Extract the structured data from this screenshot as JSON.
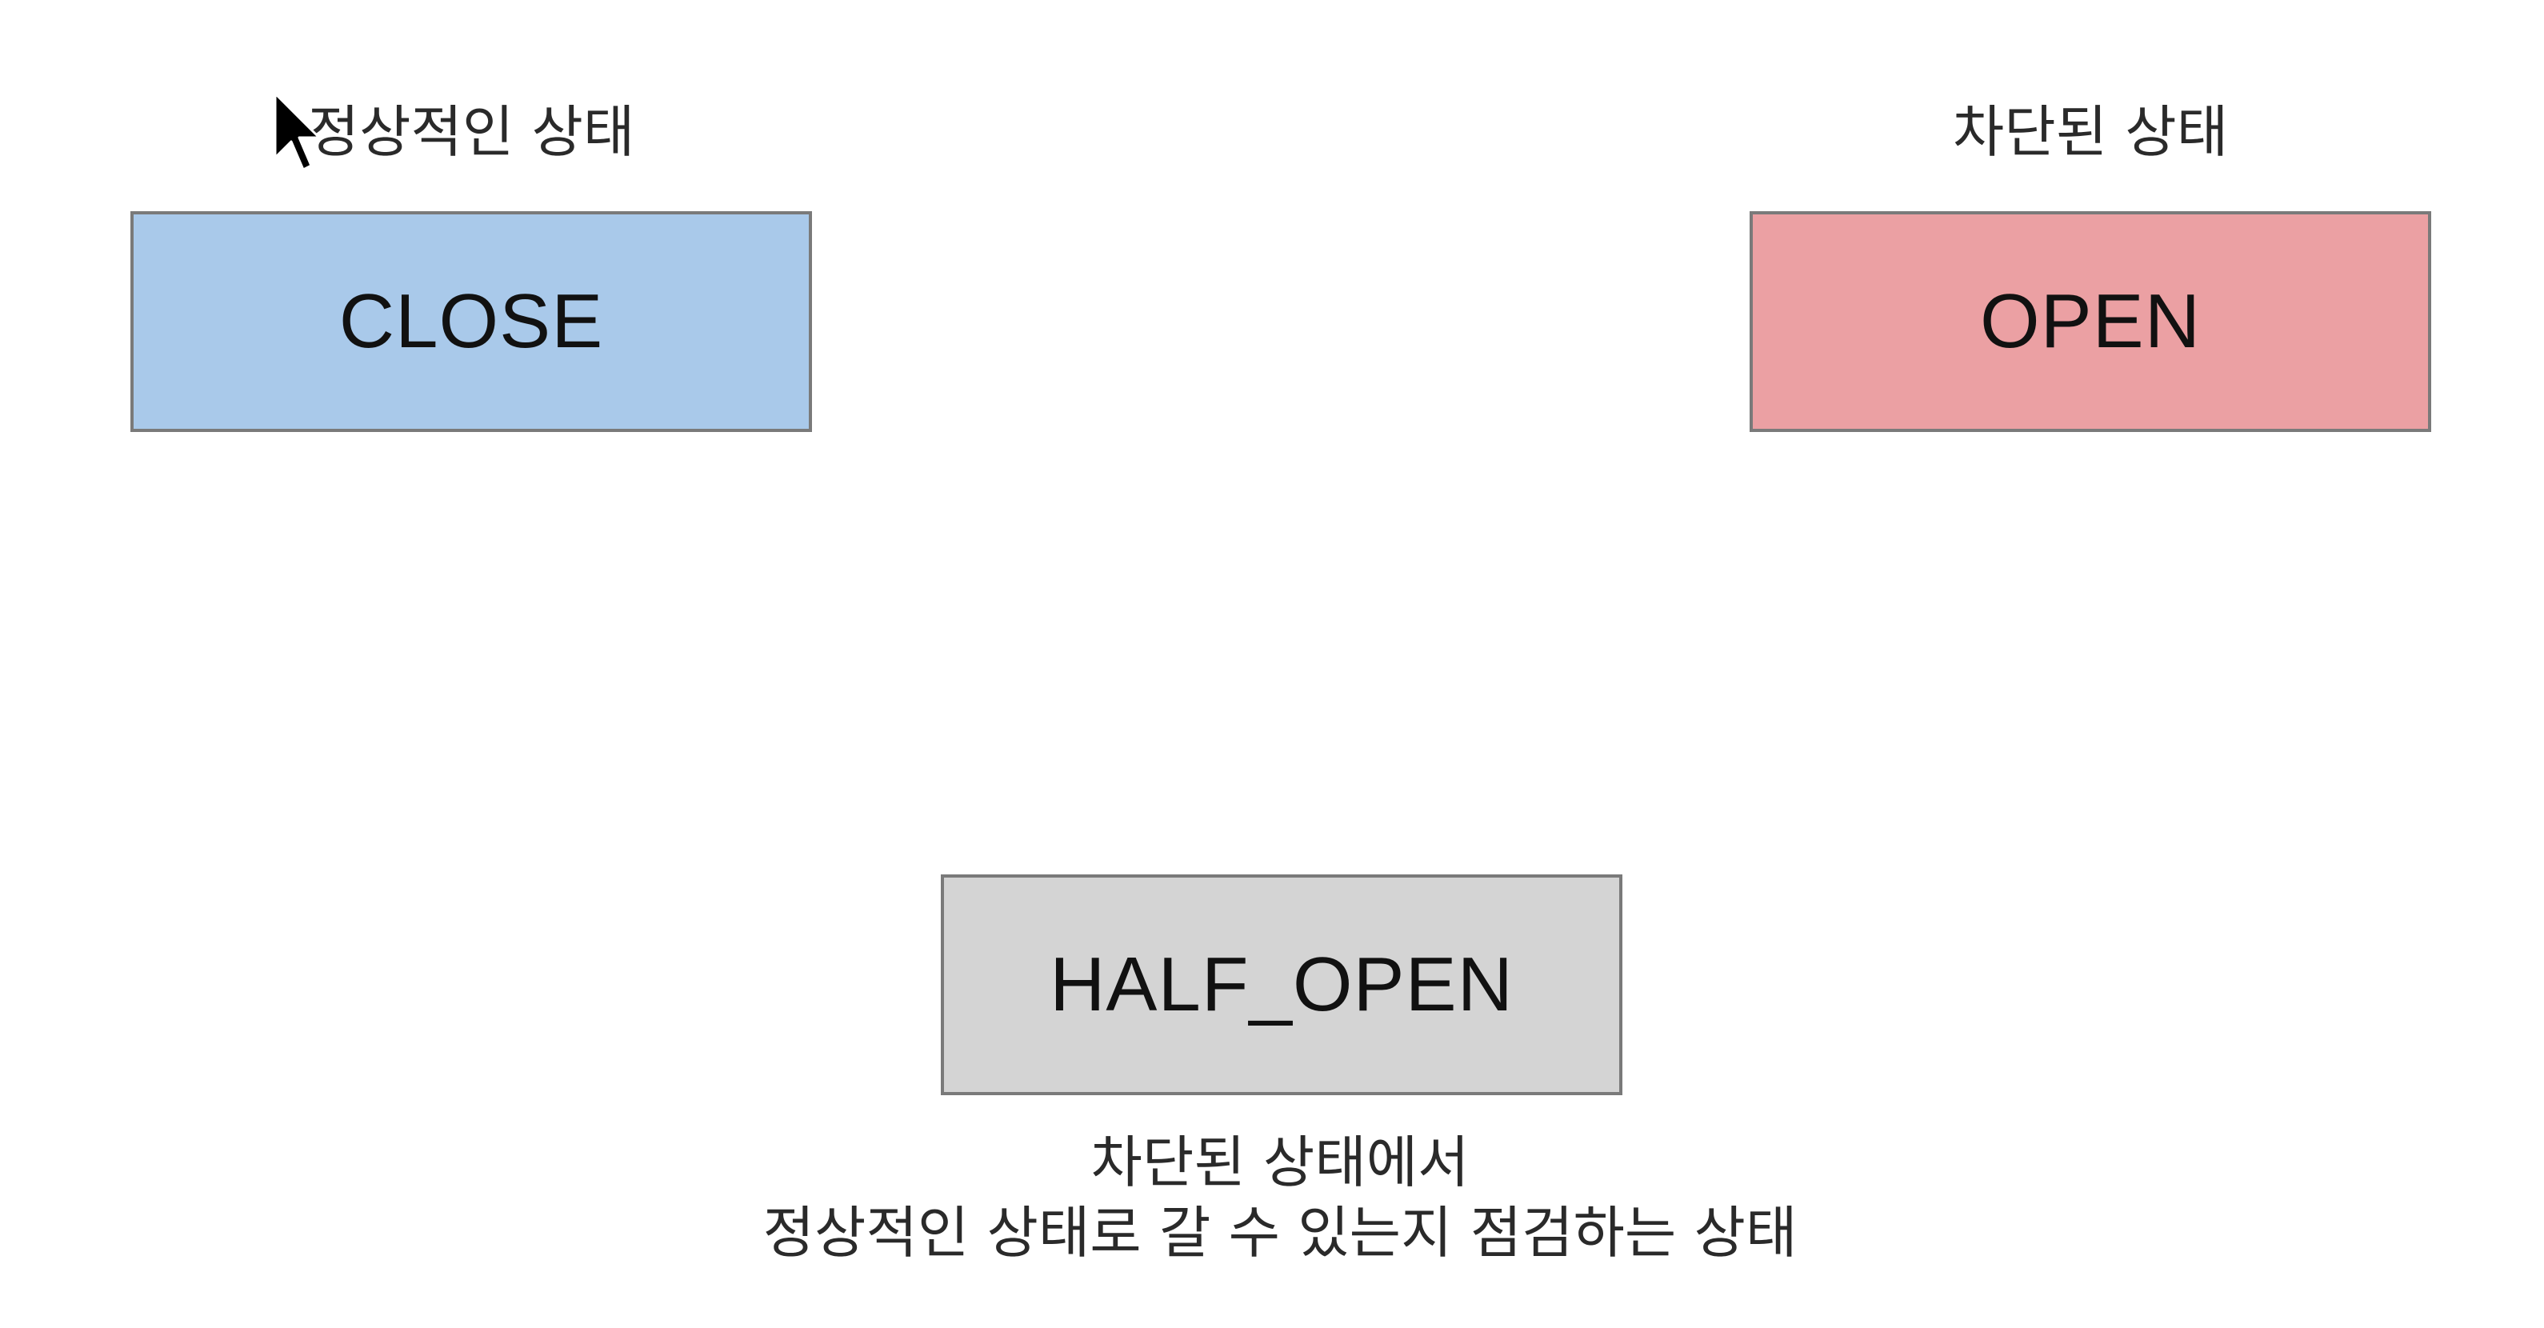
{
  "diagram": {
    "states": [
      {
        "id": "close",
        "label": "CLOSE",
        "caption": "정상적인 상태",
        "fill": "#a9c9ea"
      },
      {
        "id": "open",
        "label": "OPEN",
        "caption": "차단된 상태",
        "fill": "#eba0a3"
      },
      {
        "id": "half_open",
        "label": "HALF_OPEN",
        "caption_lines": [
          "차단된 상태에서",
          "정상적인 상태로 갈 수 있는지 점검하는 상태"
        ],
        "fill": "#d4d4d4"
      }
    ],
    "border_color": "#7a7a7a"
  },
  "cursor": {
    "icon": "mouse-pointer-icon"
  }
}
